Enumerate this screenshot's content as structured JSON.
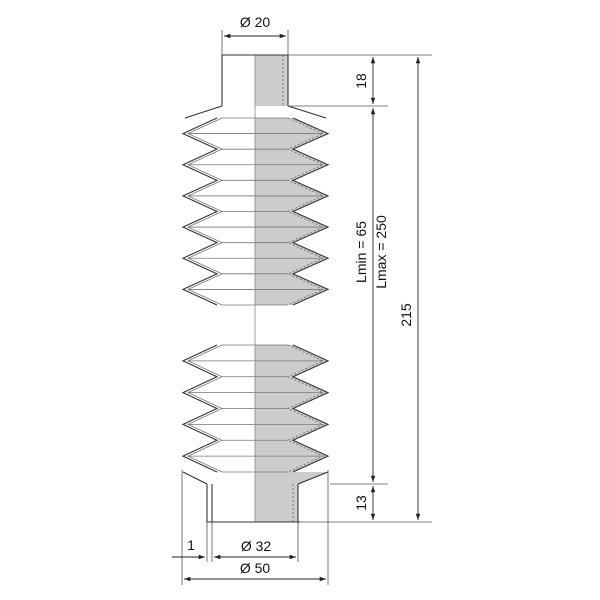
{
  "dimensions": {
    "top_diameter": "Ø 20",
    "top_cuff_length": "18",
    "lmin_label": "Lmin =  65",
    "lmax_label": "Lmax = 250",
    "total_length": "215",
    "bottom_cuff_length": "13",
    "wall_thickness": "1",
    "inner_bottom_diameter": "Ø 32",
    "outer_diameter": "Ø 50"
  },
  "colors": {
    "section_fill": "#cccccc",
    "lines": "#333333"
  }
}
